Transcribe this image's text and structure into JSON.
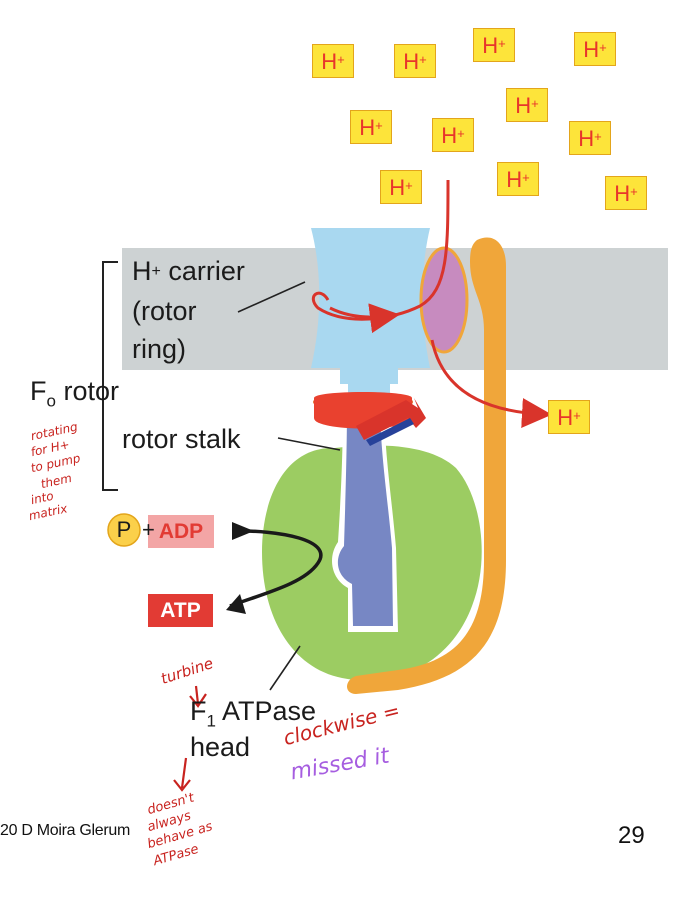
{
  "diagram": {
    "proton_symbol": "H",
    "proton_charge": "+",
    "carrier_line1": "carrier",
    "carrier_line2": "(rotor",
    "carrier_line3": "ring)",
    "fo_letter": "F",
    "fo_sub": "o",
    "fo_word": "rotor",
    "stalk_label": "rotor stalk",
    "phosphate": "P",
    "plus": "+",
    "adp": "ADP",
    "atp": "ATP",
    "f1_letter": "F",
    "f1_sub": "1",
    "f1_word": "ATPase",
    "f1_line2": "head"
  },
  "annotations": {
    "rotor_note": [
      "rotating",
      "for H+",
      "to pump",
      "them",
      "into",
      "matrix"
    ],
    "turbine": "turbine",
    "clockwise": "clockwise =",
    "missed": "missed it",
    "atpase_note": [
      "doesn't",
      "always",
      "behave as",
      "ATPase"
    ]
  },
  "footer": {
    "credit": "20 D Moira Glerum",
    "page_number": "29"
  },
  "colors": {
    "proton_fill": "#fde43a",
    "proton_text": "#e8352b",
    "membrane": "#cdd2d3",
    "rotor_ring": "#a9d8f0",
    "stalk": "#7787c4",
    "head": "#9ccc62",
    "stator": "#f0a63a",
    "arrow_red": "#d9342b",
    "handwriting_red": "#c8231f",
    "handwriting_purple": "#a65de0"
  }
}
